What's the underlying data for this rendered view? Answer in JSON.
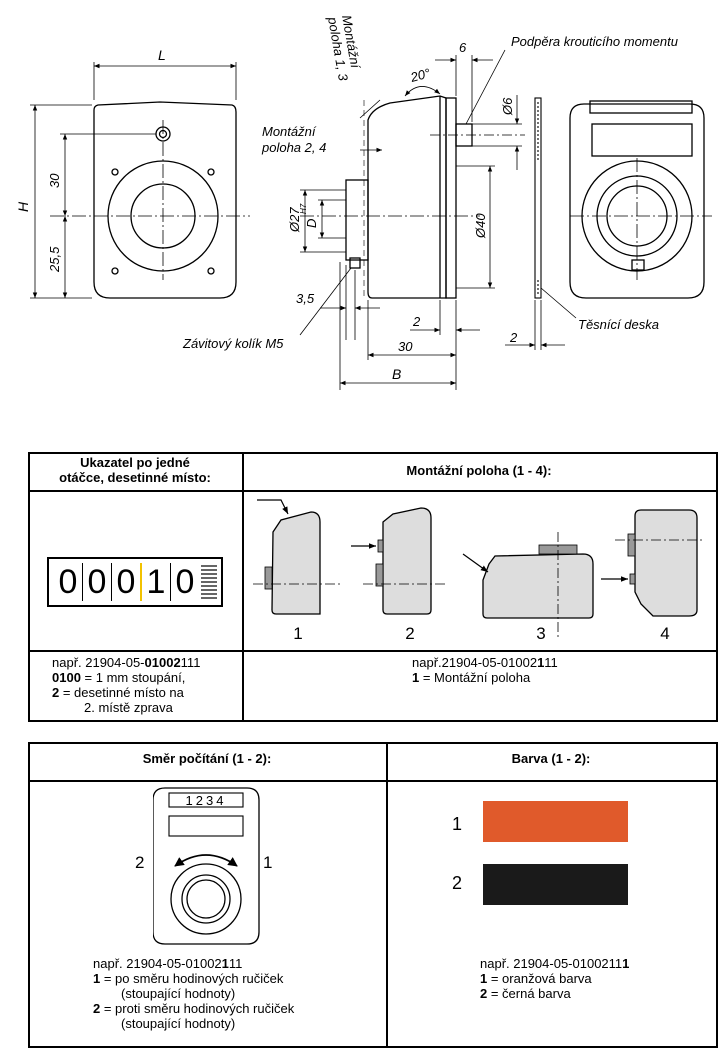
{
  "drawing": {
    "dim_L": "L",
    "dim_H": "H",
    "dim_30": "30",
    "dim_25_5": "25,5",
    "dim_6": "6",
    "dim_20deg": "20°",
    "dim_d6": "Ø6",
    "dim_d27": "Ø27",
    "dim_D": "D",
    "dim_H7": "H7",
    "dim_d40": "Ø40",
    "dim_3_5": "3,5",
    "dim_2a": "2",
    "dim_30b": "30",
    "dim_B": "B",
    "dim_2b": "2",
    "label_mont13_line1": "Montážní",
    "label_mont13_line2": "poloha 1, 3",
    "label_torque": "Podpěra krouticího momentu",
    "label_mont24_line1": "Montážní",
    "label_mont24_line2": "poloha 2, 4",
    "label_pin": "Závitový kolík M5",
    "label_seal": "Těsnící deska"
  },
  "table1": {
    "header_left_line1": "Ukazatel po jedné",
    "header_left_line2": "otáčce, desetinné místo:",
    "header_right": "Montážní poloha (1 - 4):",
    "counter_digits": [
      "0",
      "0",
      "0",
      "1",
      "0"
    ],
    "positions": [
      "1",
      "2",
      "3",
      "4"
    ],
    "left_note_line1_prefix": "např.  21904-05-",
    "left_note_line1_bold": "0100",
    "left_note_line1_mid": "2",
    "left_note_line1_suffix": "111",
    "left_note_line2_bold": "0100",
    "left_note_line2_text": " = 1 mm stoupání,",
    "left_note_line3_bold": "2",
    "left_note_line3_text": " = desetinné místo na",
    "left_note_line4": "2. místě zprava",
    "right_note_line1_prefix": "např.21904-05-01002",
    "right_note_line1_bold": "1",
    "right_note_line1_suffix": "11",
    "right_note_line2_bold": "1",
    "right_note_line2_text": " = Montážní poloha"
  },
  "table2": {
    "header_left": "Směr počítání  (1 - 2):",
    "header_right": "Barva (1 - 2):",
    "dial_digits": "1234",
    "dir_left": "2",
    "dir_right": "1",
    "left_note_line1_prefix": "např. 21904-05-01002",
    "left_note_line1_bold": "1",
    "left_note_line1_suffix": "11",
    "left_note_line2_bold": "1",
    "left_note_line2_text": " = po směru hodinových ručiček",
    "left_note_line3": "(stoupající hodnoty)",
    "left_note_line4_bold": "2",
    "left_note_line4_text": " = proti směru hodinových ručiček",
    "left_note_line5": "(stoupající hodnoty)",
    "color1_label": "1",
    "color2_label": "2",
    "color1_hex": "#e05a2b",
    "color2_hex": "#1a1a1a",
    "right_note_line1_prefix": "např.  21904-05-0100211",
    "right_note_line1_bold": "1",
    "right_note_line2_bold": "1",
    "right_note_line2_text": " = oranžová barva",
    "right_note_line3_bold": "2",
    "right_note_line3_text": " = černá barva"
  }
}
